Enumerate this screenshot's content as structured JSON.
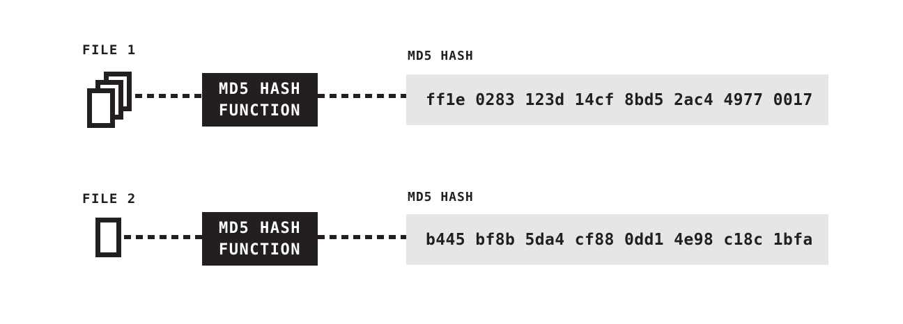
{
  "diagram": {
    "title_implicit": "MD5 hash function comparison",
    "colors": {
      "ink": "#231f20",
      "hash_box_bg": "#e6e6e7",
      "function_box_bg": "#231f20",
      "function_box_text": "#ffffff",
      "background": "#ffffff"
    },
    "rows": [
      {
        "file_label": "FILE 1",
        "file_icon": "file-stack-icon",
        "function_line1": "MD5 HASH",
        "function_line2": "FUNCTION",
        "hash_label": "MD5 HASH",
        "hash_value": "ff1e 0283 123d 14cf 8bd5 2ac4 4977 0017"
      },
      {
        "file_label": "FILE 2",
        "file_icon": "file-icon",
        "function_line1": "MD5 HASH",
        "function_line2": "FUNCTION",
        "hash_label": "MD5 HASH",
        "hash_value": "b445 bf8b 5da4 cf88 0dd1 4e98 c18c 1bfa"
      }
    ]
  }
}
